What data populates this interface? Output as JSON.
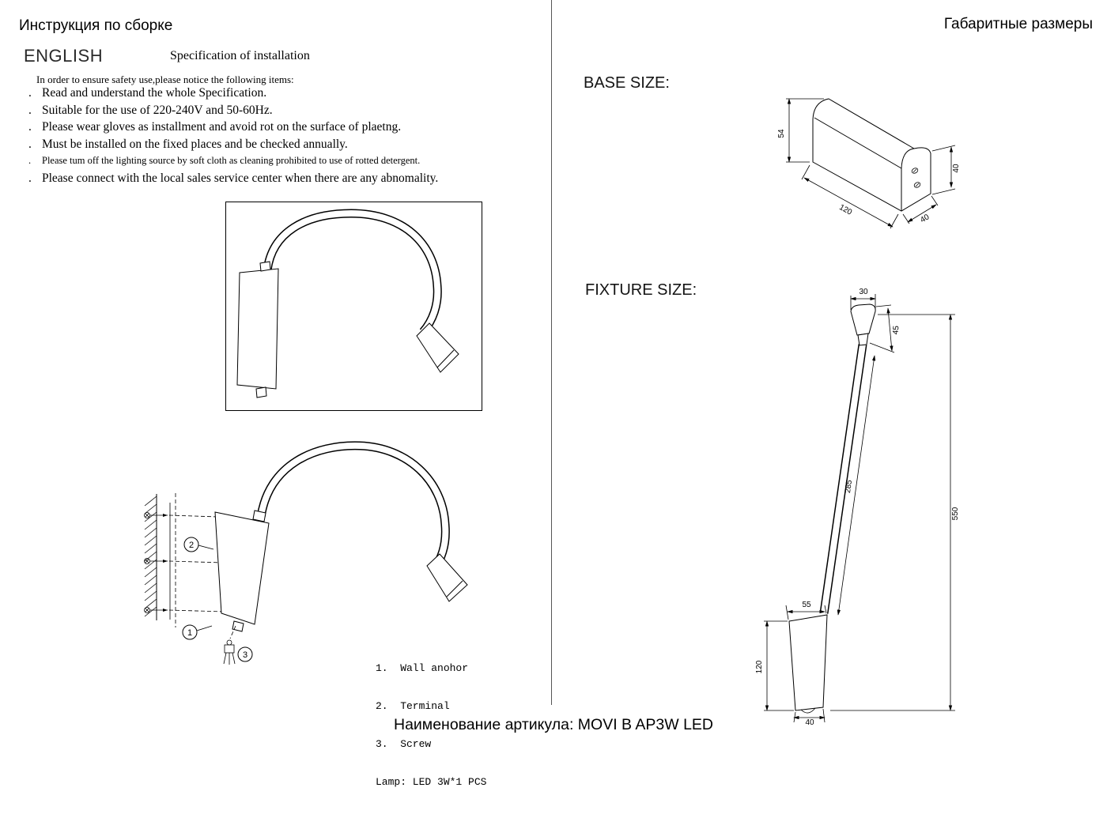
{
  "page": {
    "left_header": "Инструкция по сборке",
    "right_header": "Габаритные размеры",
    "footer": "Наименование артикула: MOVI B AP3W LED"
  },
  "instructions": {
    "language_title": "ENGLISH",
    "spec_title": "Specification of installation",
    "intro": "In order to ensure safety use,please notice the following items:",
    "bullet": ".",
    "items": [
      "Read and understand the whole Specification.",
      "Suitable for the use of 220-240V and 50-60Hz.",
      "Please wear gloves as installment and avoid rot on the surface of plaetng.",
      "Must be installed on the fixed places and be checked annually.",
      "Please tum off the lighting source by soft cloth as cleaning prohibited to use of rotted detergent.",
      "Please connect with the local sales service center when there are any abnomality."
    ]
  },
  "legend": {
    "lines": [
      "1.  Wall anohor",
      "2.  Terminal",
      "3.  Screw",
      "Lamp: LED 3W*1 PCS"
    ]
  },
  "callouts": {
    "c1": "1",
    "c2": "2",
    "c3": "3"
  },
  "base_size": {
    "label": "BASE SIZE:",
    "height": "54",
    "end_height": "40",
    "length": "120",
    "width": "40"
  },
  "fixture_size": {
    "label": "FIXTURE SIZE:",
    "head_width": "30",
    "head_length": "45",
    "arm_length": "285",
    "total_height": "550",
    "base_top_width": "55",
    "base_height": "120",
    "base_bottom_width": "40"
  }
}
